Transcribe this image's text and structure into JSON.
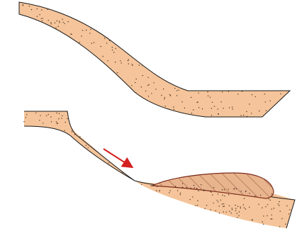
{
  "diagram": {
    "upper_panel": {
      "name": "upper-slope-profile",
      "fill_color": "#f5c49a",
      "stroke_color": "#1a1a1a",
      "stipple_color": "#4a3320"
    },
    "lower_panel": {
      "name": "lower-slope-profile",
      "fill_color": "#f5c49a",
      "stroke_color": "#1a1a1a",
      "deposit_fill_color": "#e8b48e",
      "deposit_hatch_color": "#9a5a3a",
      "deposit_outline_color": "#7a2a1a",
      "arrow_color": "#d42020",
      "arrow_direction": "down-slope"
    }
  }
}
